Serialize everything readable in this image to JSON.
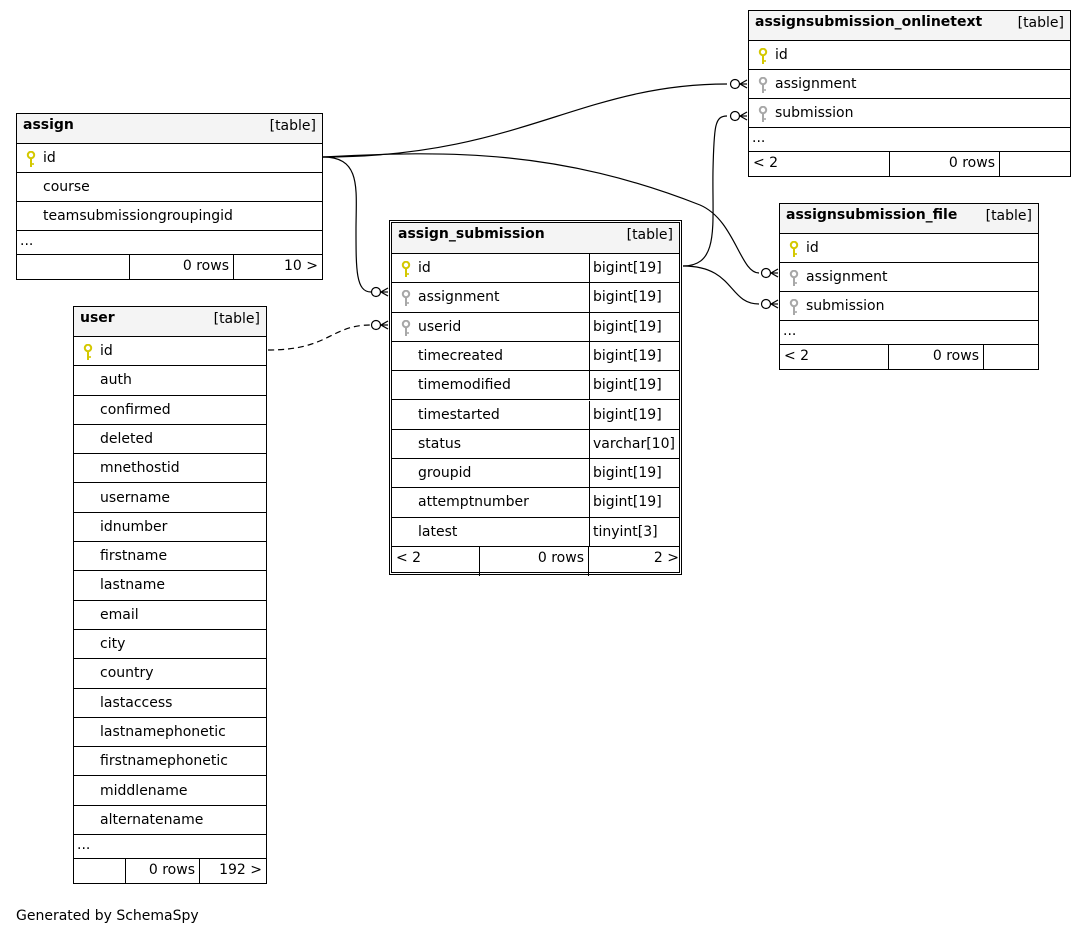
{
  "footer": "Generated by SchemaSpy",
  "tables": [
    {
      "id": "assign",
      "name": "assign",
      "kind": "[table]",
      "columns": [
        {
          "name": "id",
          "key": "pk"
        },
        {
          "name": "course",
          "key": ""
        },
        {
          "name": "teamsubmissiongroupingid",
          "key": ""
        }
      ],
      "ellipsis": "...",
      "footer": [
        "",
        "0 rows",
        "10 >"
      ]
    },
    {
      "id": "user",
      "name": "user",
      "kind": "[table]",
      "columns": [
        {
          "name": "id",
          "key": "pk"
        },
        {
          "name": "auth",
          "key": ""
        },
        {
          "name": "confirmed",
          "key": ""
        },
        {
          "name": "deleted",
          "key": ""
        },
        {
          "name": "mnethostid",
          "key": ""
        },
        {
          "name": "username",
          "key": ""
        },
        {
          "name": "idnumber",
          "key": ""
        },
        {
          "name": "firstname",
          "key": ""
        },
        {
          "name": "lastname",
          "key": ""
        },
        {
          "name": "email",
          "key": ""
        },
        {
          "name": "city",
          "key": ""
        },
        {
          "name": "country",
          "key": ""
        },
        {
          "name": "lastaccess",
          "key": ""
        },
        {
          "name": "lastnamephonetic",
          "key": ""
        },
        {
          "name": "firstnamephonetic",
          "key": ""
        },
        {
          "name": "middlename",
          "key": ""
        },
        {
          "name": "alternatename",
          "key": ""
        }
      ],
      "ellipsis": "...",
      "footer": [
        "",
        "0 rows",
        "192 >"
      ]
    },
    {
      "id": "assign_submission",
      "name": "assign_submission",
      "kind": "[table]",
      "columns": [
        {
          "name": "id",
          "key": "pk",
          "type": "bigint[19]"
        },
        {
          "name": "assignment",
          "key": "fk",
          "type": "bigint[19]"
        },
        {
          "name": "userid",
          "key": "fk",
          "type": "bigint[19]"
        },
        {
          "name": "timecreated",
          "key": "",
          "type": "bigint[19]"
        },
        {
          "name": "timemodified",
          "key": "",
          "type": "bigint[19]"
        },
        {
          "name": "timestarted",
          "key": "",
          "type": "bigint[19]"
        },
        {
          "name": "status",
          "key": "",
          "type": "varchar[10]"
        },
        {
          "name": "groupid",
          "key": "",
          "type": "bigint[19]"
        },
        {
          "name": "attemptnumber",
          "key": "",
          "type": "bigint[19]"
        },
        {
          "name": "latest",
          "key": "",
          "type": "tinyint[3]"
        }
      ],
      "footer": [
        "< 2",
        "0 rows",
        "2 >"
      ]
    },
    {
      "id": "assignsubmission_onlinetext",
      "name": "assignsubmission_onlinetext",
      "kind": "[table]",
      "columns": [
        {
          "name": "id",
          "key": "pk"
        },
        {
          "name": "assignment",
          "key": "fk"
        },
        {
          "name": "submission",
          "key": "fk"
        }
      ],
      "ellipsis": "...",
      "footer": [
        "< 2",
        "0 rows",
        ""
      ]
    },
    {
      "id": "assignsubmission_file",
      "name": "assignsubmission_file",
      "kind": "[table]",
      "columns": [
        {
          "name": "id",
          "key": "pk"
        },
        {
          "name": "assignment",
          "key": "fk"
        },
        {
          "name": "submission",
          "key": "fk"
        }
      ],
      "ellipsis": "...",
      "footer": [
        "< 2",
        "0 rows",
        ""
      ]
    }
  ],
  "colors": {
    "primary_key": "#d4c800",
    "foreign_key": "#a8a8a8",
    "header_bg": "#f4f4f4",
    "line": "#000000"
  }
}
